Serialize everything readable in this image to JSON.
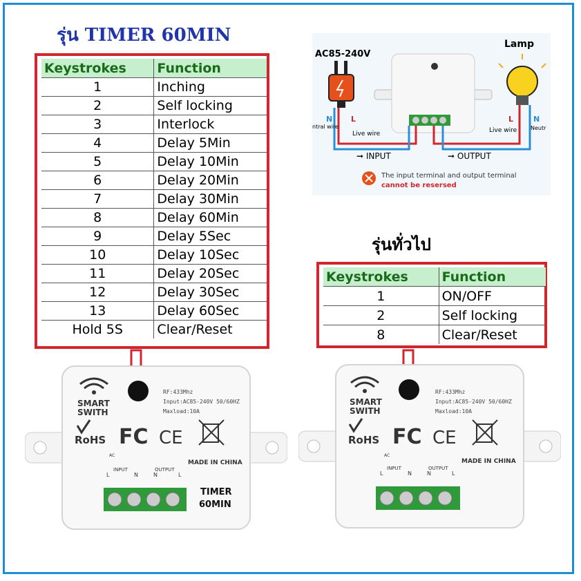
{
  "title_timer": "รุ่น TIMER 60MIN",
  "title_general": "รุ่นทั่วไป",
  "timer_table": {
    "headers": [
      "Keystrokes",
      "Function"
    ],
    "rows": [
      [
        "1",
        "Inching"
      ],
      [
        "2",
        "Self locking"
      ],
      [
        "3",
        "Interlock"
      ],
      [
        "4",
        "Delay 5Min"
      ],
      [
        "5",
        "Delay 10Min"
      ],
      [
        "6",
        "Delay 20Min"
      ],
      [
        "7",
        "Delay 30Min"
      ],
      [
        "8",
        "Delay 60Min"
      ],
      [
        "9",
        "Delay 5Sec"
      ],
      [
        "10",
        "Delay 10Sec"
      ],
      [
        "11",
        "Delay 20Sec"
      ],
      [
        "12",
        "Delay 30Sec"
      ],
      [
        "13",
        "Delay 60Sec"
      ],
      [
        "Hold 5S",
        "Clear/Reset"
      ]
    ]
  },
  "general_table": {
    "headers": [
      "Keystrokes",
      "Function"
    ],
    "rows": [
      [
        "1",
        "ON/OFF"
      ],
      [
        "2",
        "Self locking"
      ],
      [
        "8",
        "Clear/Reset"
      ]
    ]
  },
  "wiring": {
    "voltage": "AC85-240V",
    "lamp": "Lamp",
    "n": "N",
    "l": "L",
    "neutral_left": "ntral wire",
    "neutral_right": "Neutr",
    "live_wire": "Live wire",
    "input": "INPUT",
    "output": "OUTPUT",
    "warning_line1": "The input terminal and output terminal",
    "warning_line2": "cannot be resersed"
  },
  "device": {
    "smart": "SMART",
    "switch": "SWITH",
    "rohs": "RoHS",
    "fc": "FC",
    "ce": "CE",
    "rf": "RF:433Mhz",
    "input_spec": "Input:AC85-240V 50/60HZ",
    "maxload": "Maxload:10A",
    "made_in": "MADE IN CHINA",
    "input_label": "INPUT",
    "output_label": "OUTPUT",
    "ac": "AC",
    "l": "L",
    "n": "N",
    "timer_line1": "TIMER",
    "timer_line2": "60MIN"
  },
  "colors": {
    "title_blue": "#1f35a8",
    "box_red": "#d0272f",
    "header_green_bg": "#c6efce",
    "header_green_text": "#196b19",
    "frame_blue": "#1a8fd8",
    "terminal_green": "#2e9a3a"
  }
}
